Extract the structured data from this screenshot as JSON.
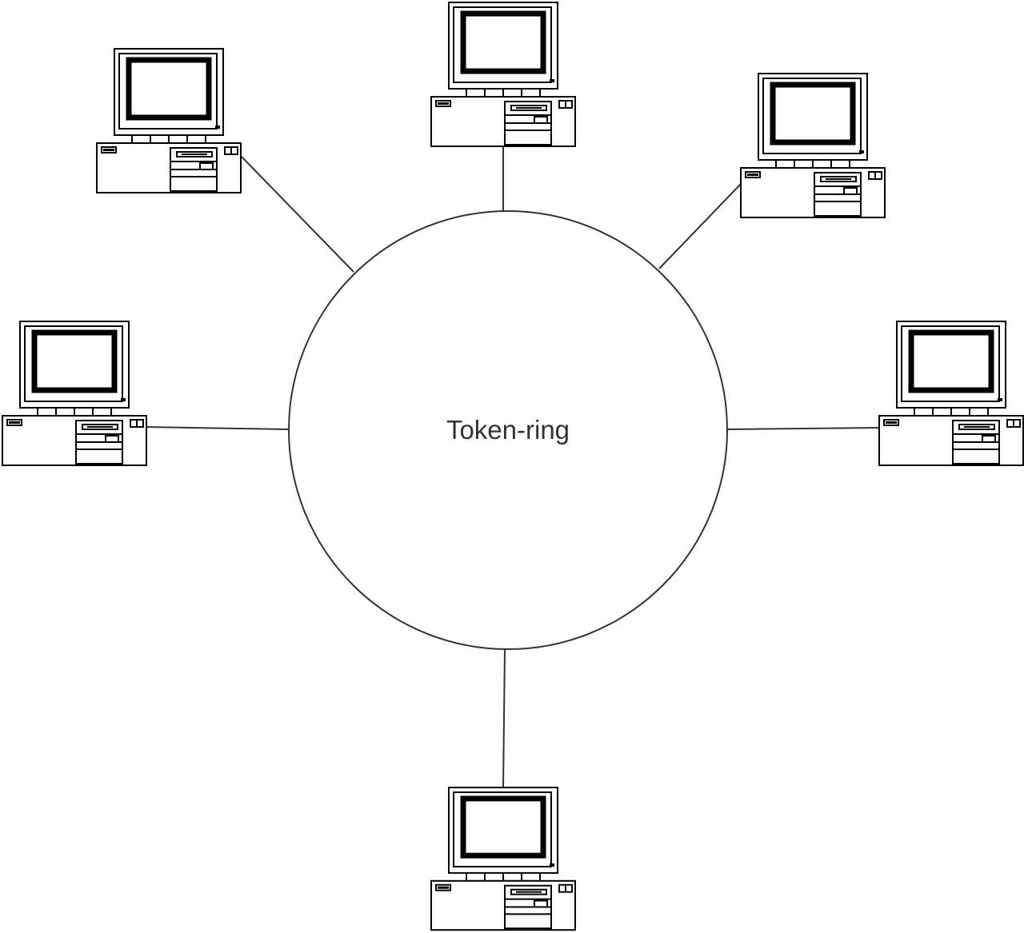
{
  "diagram": {
    "ring_label": "Token-ring",
    "colors": {
      "line": "#333333",
      "outline": "#000000",
      "background": "#ffffff"
    },
    "nodes": [
      {
        "name": "computer-top",
        "icon": "desktop-computer-icon"
      },
      {
        "name": "computer-top-left",
        "icon": "desktop-computer-icon"
      },
      {
        "name": "computer-top-right",
        "icon": "desktop-computer-icon"
      },
      {
        "name": "computer-left",
        "icon": "desktop-computer-icon"
      },
      {
        "name": "computer-right",
        "icon": "desktop-computer-icon"
      },
      {
        "name": "computer-bottom",
        "icon": "desktop-computer-icon"
      }
    ]
  }
}
